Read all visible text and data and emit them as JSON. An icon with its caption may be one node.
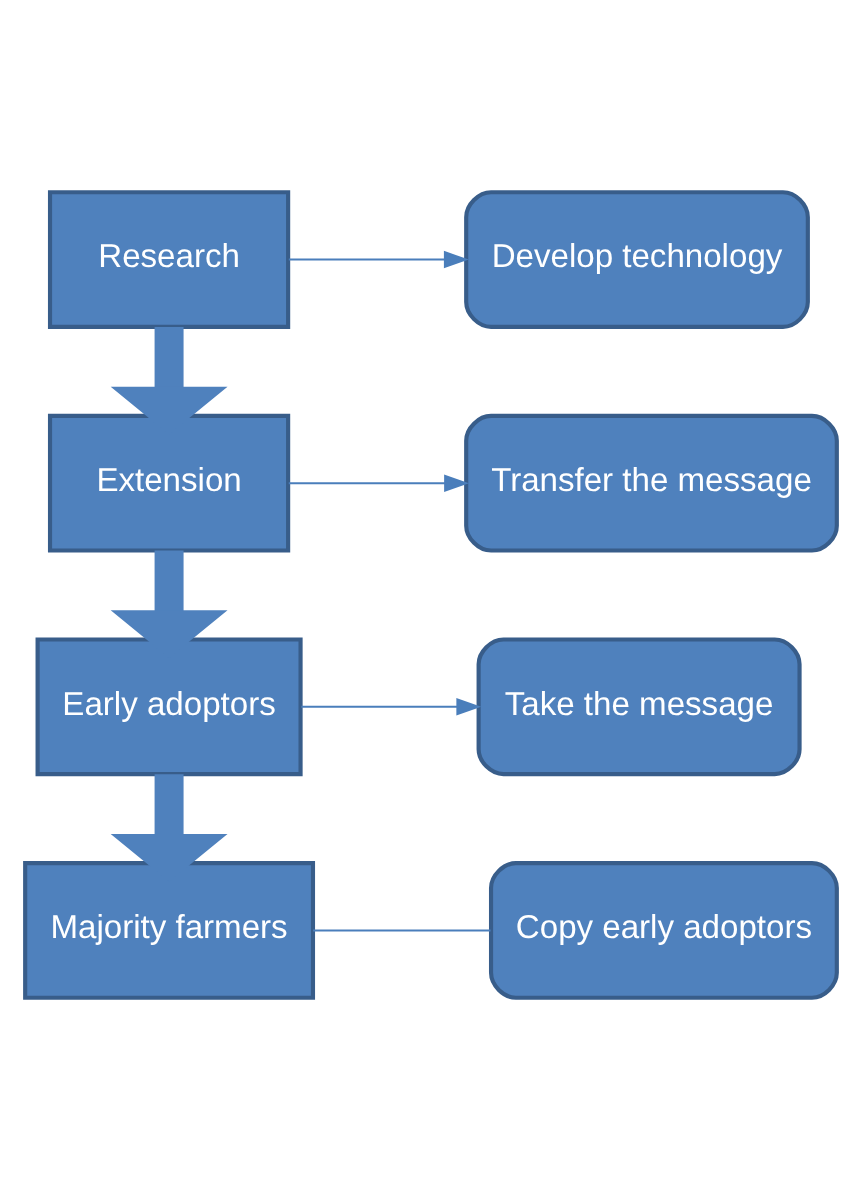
{
  "diagram": {
    "nodes": [
      {
        "text": [
          "Research"
        ]
      },
      {
        "text": [
          "Extension"
        ]
      },
      {
        "text": [
          "Early adoptors"
        ]
      },
      {
        "text": [
          "Majority farmers"
        ]
      },
      {
        "text": [
          "Develop technology"
        ]
      },
      {
        "text": [
          "Transfer the message"
        ]
      },
      {
        "text": [
          "Take the message"
        ]
      },
      {
        "text": [
          "Copy early adoptors"
        ]
      }
    ],
    "edges": [
      {
        "from": 0,
        "to": 1,
        "arrow": "to",
        "style": "thick"
      },
      {
        "from": 1,
        "to": 2,
        "arrow": "to",
        "style": "thick"
      },
      {
        "from": 2,
        "to": 3,
        "arrow": "to",
        "style": "thick"
      },
      {
        "from": 0,
        "to": 4,
        "arrow": "to"
      },
      {
        "from": 1,
        "to": 5,
        "arrow": "to"
      },
      {
        "from": 2,
        "to": 6,
        "arrow": "to"
      },
      {
        "from": 3,
        "to": 7,
        "arrow": "none"
      }
    ]
  }
}
